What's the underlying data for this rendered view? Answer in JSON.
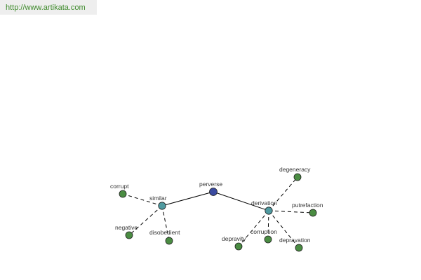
{
  "source": {
    "url_text": "http://www.artikata.com"
  },
  "colors": {
    "root": "#3a4aa0",
    "hub": "#4f9aa0",
    "leaf": "#4a8c42",
    "url": "#3d8a2a"
  },
  "graph": {
    "nodes": [
      {
        "id": "perverse",
        "label": "perverse",
        "kind": "root"
      },
      {
        "id": "similar",
        "label": "similar",
        "kind": "hub"
      },
      {
        "id": "derivation",
        "label": "derivation",
        "kind": "hub"
      },
      {
        "id": "corrupt",
        "label": "corrupt",
        "kind": "leaf"
      },
      {
        "id": "negative",
        "label": "negative",
        "kind": "leaf"
      },
      {
        "id": "disobedient",
        "label": "disobedient",
        "kind": "leaf"
      },
      {
        "id": "degeneracy",
        "label": "degeneracy",
        "kind": "leaf"
      },
      {
        "id": "putrefaction",
        "label": "putrefaction",
        "kind": "leaf"
      },
      {
        "id": "depravity",
        "label": "depravity",
        "kind": "leaf"
      },
      {
        "id": "corruption",
        "label": "corruption",
        "kind": "leaf"
      },
      {
        "id": "depravation",
        "label": "depravation",
        "kind": "leaf"
      }
    ],
    "edges": [
      {
        "from": "perverse",
        "to": "similar",
        "style": "solid"
      },
      {
        "from": "perverse",
        "to": "derivation",
        "style": "solid"
      },
      {
        "from": "similar",
        "to": "corrupt",
        "style": "dashed"
      },
      {
        "from": "similar",
        "to": "negative",
        "style": "dashed"
      },
      {
        "from": "similar",
        "to": "disobedient",
        "style": "dashed"
      },
      {
        "from": "derivation",
        "to": "degeneracy",
        "style": "dashed"
      },
      {
        "from": "derivation",
        "to": "putrefaction",
        "style": "dashed"
      },
      {
        "from": "derivation",
        "to": "depravity",
        "style": "dashed"
      },
      {
        "from": "derivation",
        "to": "corruption",
        "style": "dashed"
      },
      {
        "from": "derivation",
        "to": "depravation",
        "style": "dashed"
      }
    ]
  }
}
